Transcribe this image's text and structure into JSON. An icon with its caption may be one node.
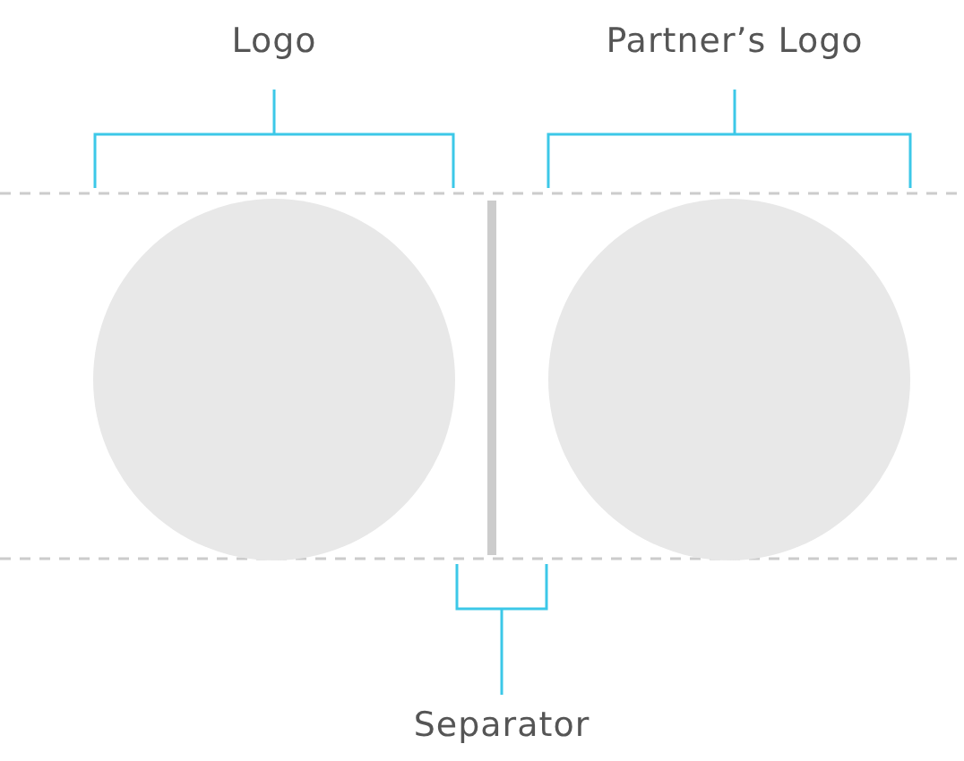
{
  "diagram": {
    "labels": [
      "Logo",
      "Partner’s Logo",
      "Separator"
    ]
  }
}
